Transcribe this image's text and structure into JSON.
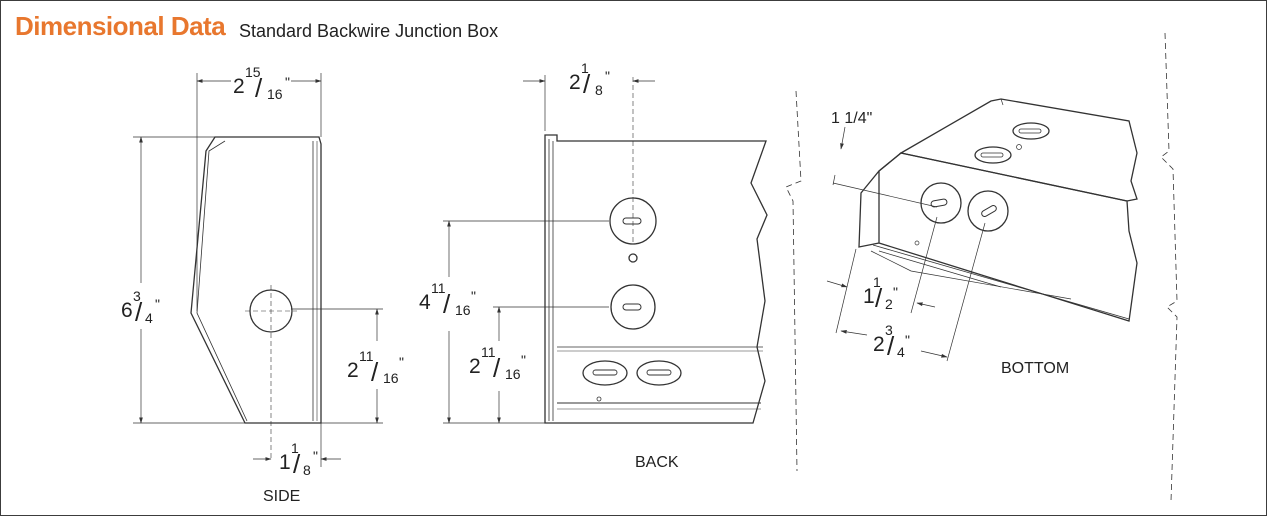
{
  "header": {
    "title": "Dimensional Data",
    "subtitle": "Standard Backwire Junction Box"
  },
  "views": {
    "side": {
      "label": "SIDE",
      "dim_width": {
        "whole": "2",
        "num": "15",
        "den": "16"
      },
      "dim_height": {
        "whole": "6",
        "num": "3",
        "den": "4"
      },
      "dim_hole_height": {
        "whole": "2",
        "num": "11",
        "den": "16"
      },
      "dim_hole_offset": {
        "whole": "1",
        "num": "1",
        "den": "8"
      }
    },
    "back": {
      "label": "BACK",
      "dim_hole_offset": {
        "whole": "2",
        "num": "1",
        "den": "8"
      },
      "dim_upper_hole": {
        "whole": "4",
        "num": "11",
        "den": "16"
      },
      "dim_lower_hole": {
        "whole": "2",
        "num": "11",
        "den": "16"
      }
    },
    "bottom": {
      "label": "BOTTOM",
      "dim_depth": {
        "text": "1 1/4\""
      },
      "dim_first_hole": {
        "whole": "1",
        "num": "1",
        "den": "2"
      },
      "dim_second_hole": {
        "whole": "2",
        "num": "3",
        "den": "4"
      }
    }
  },
  "colors": {
    "title": "#e8772e",
    "line": "#333333"
  }
}
